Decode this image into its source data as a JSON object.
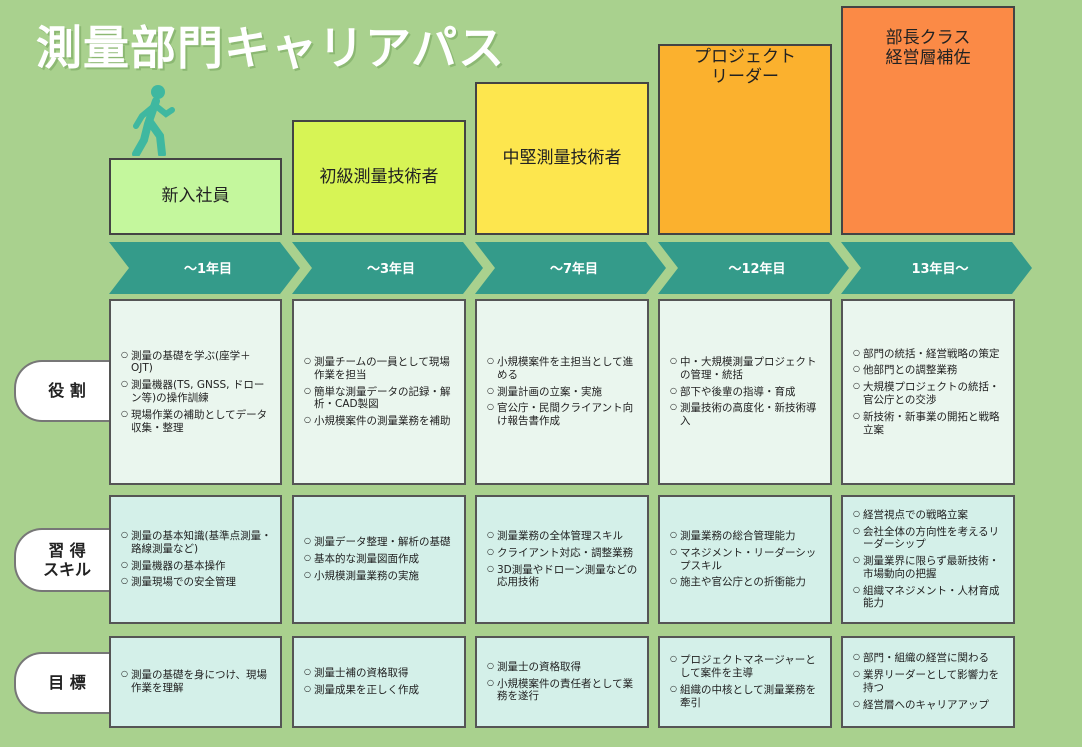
{
  "title": "測量部門キャリアパス",
  "icons": {
    "walker": "person-walking-icon"
  },
  "colors": {
    "arrow": "#349b8a",
    "background": "#a9d18e"
  },
  "stages": [
    {
      "name": "新入社員",
      "years": "〜1年目"
    },
    {
      "name": "初級測量技術者",
      "years": "〜3年目"
    },
    {
      "name": "中堅測量技術者",
      "years": "〜7年目"
    },
    {
      "name_line1": "プロジェクト",
      "name_line2": "リーダー",
      "years": "〜12年目"
    },
    {
      "name_line1": "部長クラス",
      "name_line2": "経営層補佐",
      "years": "13年目〜"
    }
  ],
  "rows": [
    {
      "label": "役 割",
      "cells": [
        [
          "測量の基礎を学ぶ(座学＋OJT)",
          "測量機器(TS, GNSS, ドローン等)の操作訓練",
          "現場作業の補助としてデータ収集・整理"
        ],
        [
          "測量チームの一員として現場作業を担当",
          "簡単な測量データの記録・解析・CAD製図",
          "小規模案件の測量業務を補助"
        ],
        [
          "小規模案件を主担当として進める",
          "測量計画の立案・実施",
          "官公庁・民間クライアント向け報告書作成"
        ],
        [
          "中・大規模測量プロジェクトの管理・統括",
          "部下や後輩の指導・育成",
          "測量技術の高度化・新技術導入"
        ],
        [
          "部門の統括・経営戦略の策定",
          "他部門との調整業務",
          "大規模プロジェクトの統括・官公庁との交渉",
          "新技術・新事業の開拓と戦略立案"
        ]
      ]
    },
    {
      "label_line1": "習 得",
      "label_line2": "スキル",
      "cells": [
        [
          "測量の基本知識(基準点測量・路線測量など)",
          "測量機器の基本操作",
          "測量現場での安全管理"
        ],
        [
          "測量データ整理・解析の基礎",
          "基本的な測量図面作成",
          "小規模測量業務の実施"
        ],
        [
          "測量業務の全体管理スキル",
          "クライアント対応・調整業務",
          "3D測量やドローン測量などの応用技術"
        ],
        [
          "測量業務の総合管理能力",
          "マネジメント・リーダーシップスキル",
          "施主や官公庁との折衝能力"
        ],
        [
          "経営視点での戦略立案",
          "会社全体の方向性を考えるリーダーシップ",
          "測量業界に限らず最新技術・市場動向の把握",
          "組織マネジメント・人材育成能力"
        ]
      ]
    },
    {
      "label": "目 標",
      "cells": [
        [
          "測量の基礎を身につけ、現場作業を理解"
        ],
        [
          "測量士補の資格取得",
          "測量成果を正しく作成"
        ],
        [
          "測量士の資格取得",
          "小規模案件の責任者として業務を遂行"
        ],
        [
          "プロジェクトマネージャーとして案件を主導",
          "組織の中核として測量業務を牽引"
        ],
        [
          "部門・組織の経営に関わる",
          "業界リーダーとして影響力を持つ",
          "経営層へのキャリアアップ"
        ]
      ]
    }
  ]
}
